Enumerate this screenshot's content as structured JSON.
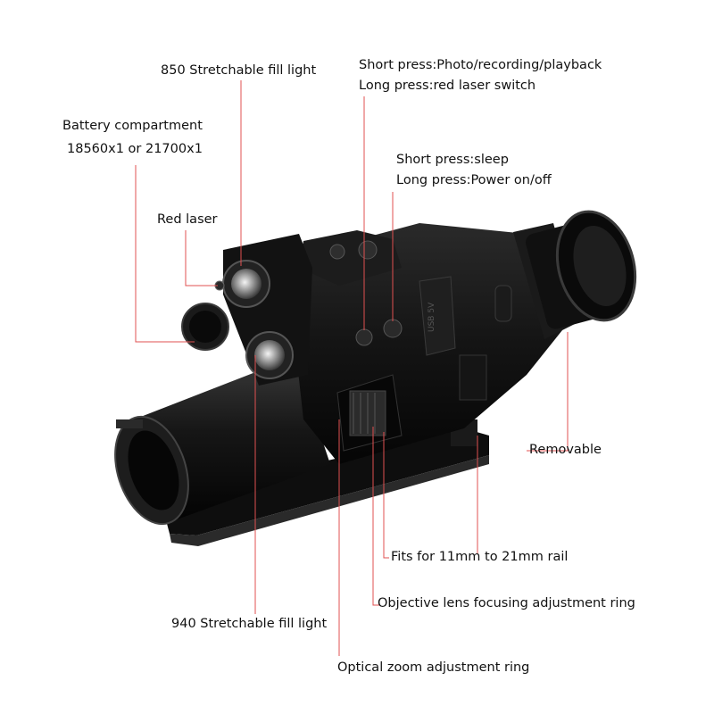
{
  "colors": {
    "leader_line": "#e05050",
    "device_body": "#121212",
    "background": "#ffffff"
  },
  "labels": {
    "fill_850": "850 Stretchable fill light",
    "battery_line1": "Battery compartment",
    "battery_line2": "18560x1 or 21700x1",
    "red_laser": "Red laser",
    "photo_line1": "Short press:Photo/recording/playback",
    "photo_line2": "Long press:red laser switch",
    "sleep_line1": "Short press:sleep",
    "sleep_line2": "Long press:Power on/off",
    "removable": "Removable",
    "rail": "Fits for 11mm to 21mm rail",
    "focus_ring": "Objective lens focusing adjustment ring",
    "fill_940": "940 Stretchable fill light",
    "zoom_ring": "Optical zoom adjustment ring"
  },
  "device_markings": {
    "port": "USB 5V"
  }
}
